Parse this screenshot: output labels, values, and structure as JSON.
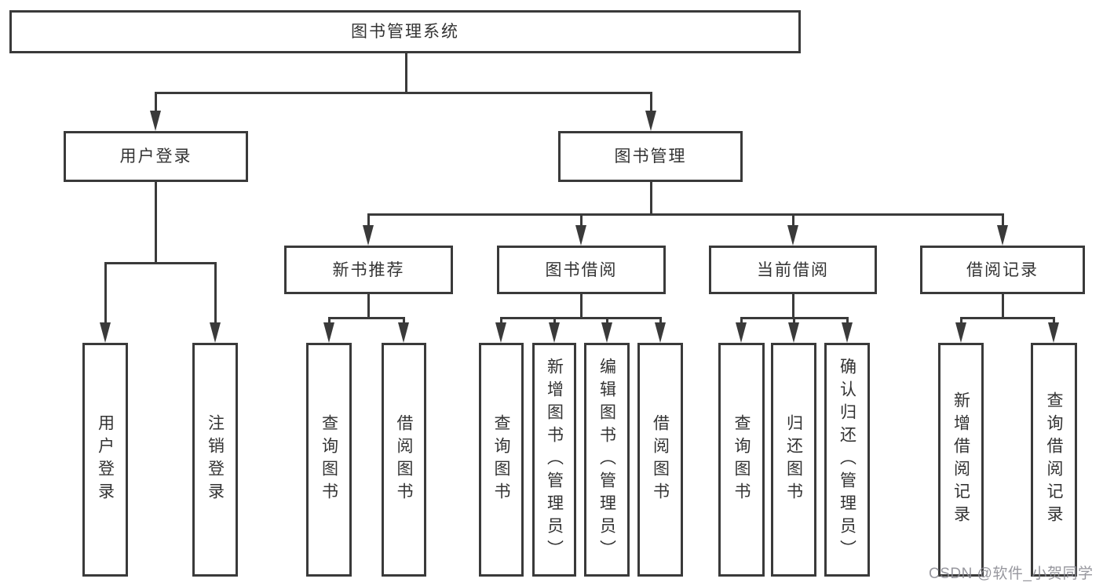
{
  "diagram": {
    "type": "tree",
    "nodes": [
      {
        "id": "root",
        "label": "图书管理系统",
        "parent": null
      },
      {
        "id": "user-login",
        "label": "用户登录",
        "parent": "root"
      },
      {
        "id": "book-mgmt",
        "label": "图书管理",
        "parent": "root"
      },
      {
        "id": "user-login-leaf",
        "label": "用户登录",
        "parent": "user-login"
      },
      {
        "id": "logout-leaf",
        "label": "注销登录",
        "parent": "user-login"
      },
      {
        "id": "new-book-rec",
        "label": "新书推荐",
        "parent": "book-mgmt"
      },
      {
        "id": "book-borrow",
        "label": "图书借阅",
        "parent": "book-mgmt"
      },
      {
        "id": "current-borrow",
        "label": "当前借阅",
        "parent": "book-mgmt"
      },
      {
        "id": "borrow-records",
        "label": "借阅记录",
        "parent": "book-mgmt"
      },
      {
        "id": "nbr-query",
        "label": "查询图书",
        "parent": "new-book-rec"
      },
      {
        "id": "nbr-borrow",
        "label": "借阅图书",
        "parent": "new-book-rec"
      },
      {
        "id": "bb-query",
        "label": "查询图书",
        "parent": "book-borrow"
      },
      {
        "id": "bb-add",
        "label": "新增图书（管理员）",
        "parent": "book-borrow"
      },
      {
        "id": "bb-edit",
        "label": "编辑图书（管理员）",
        "parent": "book-borrow"
      },
      {
        "id": "bb-borrow",
        "label": "借阅图书",
        "parent": "book-borrow"
      },
      {
        "id": "cb-query",
        "label": "查询图书",
        "parent": "current-borrow"
      },
      {
        "id": "cb-return",
        "label": "归还图书",
        "parent": "current-borrow"
      },
      {
        "id": "cb-confirm",
        "label": "确认归还（管理员）",
        "parent": "current-borrow"
      },
      {
        "id": "br-add",
        "label": "新增借阅记录",
        "parent": "borrow-records"
      },
      {
        "id": "br-query",
        "label": "查询借阅记录",
        "parent": "borrow-records"
      }
    ]
  },
  "watermark": {
    "text": "CSDN @软件_小贺同学"
  },
  "colors": {
    "line": "#3a3a3a",
    "text": "#333333",
    "box_bg": "#ffffff",
    "page_bg": "#ffffff",
    "watermark": "#8c8c94"
  }
}
